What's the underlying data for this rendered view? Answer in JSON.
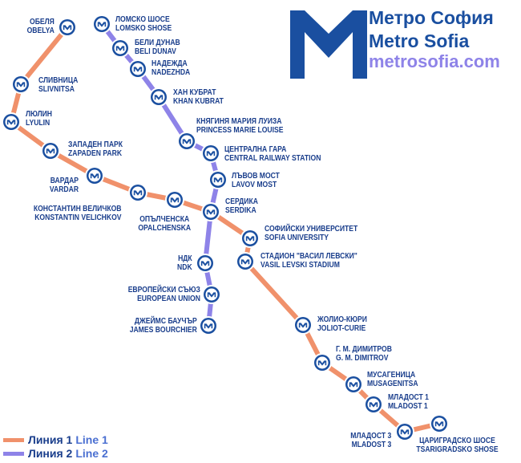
{
  "brand": {
    "title_bg": "Метро София",
    "title_en": "Metro Sofia",
    "url": "metrosofia.com",
    "logo_icon": "metro-m-logo",
    "logo_color": "#1a4fa0"
  },
  "lines": [
    {
      "id": "line1",
      "name_bg": "Линия 1",
      "name_en": "Line 1",
      "color": "#f0916b"
    },
    {
      "id": "line2",
      "name_bg": "Линия 2",
      "name_en": "Line 2",
      "color": "#8e83e8"
    }
  ],
  "station_icon": "metro-station-icon",
  "stations": {
    "obelya": {
      "bg": "ОБЕЛЯ",
      "en": "OBELYA"
    },
    "lomsko": {
      "bg": "ЛОМСКО ШОСЕ",
      "en": "LOMSKO SHOSE"
    },
    "beli": {
      "bg": "БЕЛИ ДУНАВ",
      "en": "BELI DUNAV"
    },
    "nadezhda": {
      "bg": "НАДЕЖДА",
      "en": "NADEZHDA"
    },
    "khan": {
      "bg": "ХАН КУБРАТ",
      "en": "KHAN KUBRAT"
    },
    "princess": {
      "bg": "КНЯГИНЯ МАРИЯ ЛУИЗА",
      "en": "PRINCESS MARIE LOUISE"
    },
    "central": {
      "bg": "ЦЕНТРАЛНА ГАРА",
      "en": "CENTRAL RAILWAY STATION"
    },
    "lavov": {
      "bg": "ЛЪВОВ МОСТ",
      "en": "LAVOV MOST"
    },
    "serdika": {
      "bg": "СЕРДИКА",
      "en": "SERDIKA"
    },
    "ndk": {
      "bg": "НДК",
      "en": "NDK"
    },
    "eu": {
      "bg": "ЕВРОПЕЙСКИ СЪЮЗ",
      "en": "EUROPEAN UNION"
    },
    "james": {
      "bg": "ДЖЕЙМС БАУЧЪР",
      "en": "JAMES BOURCHIER"
    },
    "slivnitsa": {
      "bg": "СЛИВНИЦА",
      "en": "SLIVNITSA"
    },
    "lyulin": {
      "bg": "ЛЮЛИН",
      "en": "LYULIN"
    },
    "zapaden": {
      "bg": "ЗАПАДЕН ПАРК",
      "en": "ZAPADEN PARK"
    },
    "vardar": {
      "bg": "ВАРДАР",
      "en": "VARDAR"
    },
    "konstantin": {
      "bg": "КОНСТАНТИН ВЕЛИЧКОВ",
      "en": "KONSTANTIN VELICHKOV"
    },
    "opalchenska": {
      "bg": "ОПЪЛЧЕНСКА",
      "en": "OPALCHENSKA"
    },
    "university": {
      "bg": "СОФИЙСКИ УНИВЕРСИТЕТ",
      "en": "SOFIA UNIVERSITY"
    },
    "stadion": {
      "bg": "СТАДИОН \"ВАСИЛ ЛЕВСКИ\"",
      "en": "VASIL LEVSKI STADIUM"
    },
    "joliot": {
      "bg": "ЖОЛИО-КЮРИ",
      "en": "JOLIOT-CURIE"
    },
    "dimitrov": {
      "bg": "Г. М. ДИМИТРОВ",
      "en": "G. M. DIMITROV"
    },
    "musagenitsa": {
      "bg": "МУСАГЕНИЦА",
      "en": "MUSAGENITSA"
    },
    "mladost1": {
      "bg": "МЛАДОСТ 1",
      "en": "MLADOST 1"
    },
    "mladost3": {
      "bg": "МЛАДОСТ 3",
      "en": "MLADOST 3"
    },
    "tsarigradsko": {
      "bg": "ЦАРИГРАДСКО ШОСЕ",
      "en": "TSARIGRADSKO SHOSE"
    }
  }
}
